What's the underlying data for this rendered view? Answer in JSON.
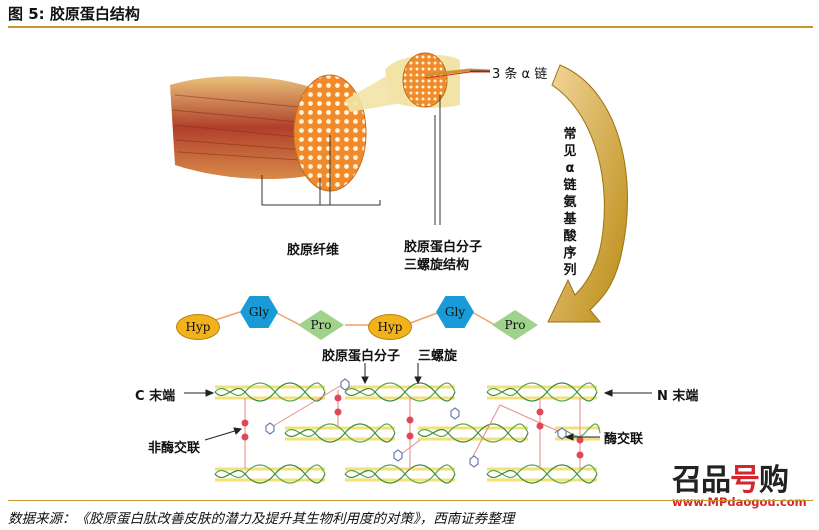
{
  "figure": {
    "title": "图 5:  胶原蛋白结构",
    "source": "数据来源：《胶原蛋白肽改善皮肤的潜力及提升其生物利用度的对策》，西南证券整理"
  },
  "labels": {
    "alpha_chains": "3 条 α 链",
    "collagen_fiber": "胶原纤维",
    "molecule_line1": "胶原蛋白分子",
    "molecule_line2": "三螺旋结构",
    "common_sequence": "常见α链氨基酸序列",
    "molecule": "胶原蛋白分子",
    "triple_helix": "三螺旋",
    "c_terminus": "C 末端",
    "n_terminus": "N 末端",
    "non_enzymatic": "非酶交联",
    "enzymatic": "酶交联"
  },
  "sequence": [
    {
      "text": "Hyp",
      "shape": "ellipse",
      "color": "#f2b21b"
    },
    {
      "text": "Gly",
      "shape": "hexagon",
      "color": "#1a9ad6"
    },
    {
      "text": "Pro",
      "shape": "diamond",
      "color": "#9fd28a"
    },
    {
      "text": "Hyp",
      "shape": "ellipse",
      "color": "#f2b21b"
    },
    {
      "text": "Gly",
      "shape": "hexagon",
      "color": "#1a9ad6"
    },
    {
      "text": "Pro",
      "shape": "diamond",
      "color": "#9fd28a"
    }
  ],
  "watermark": {
    "logo_a": "召品",
    "logo_b": "号",
    "logo_c": "购",
    "url": "www.MPdaogou.com"
  }
}
